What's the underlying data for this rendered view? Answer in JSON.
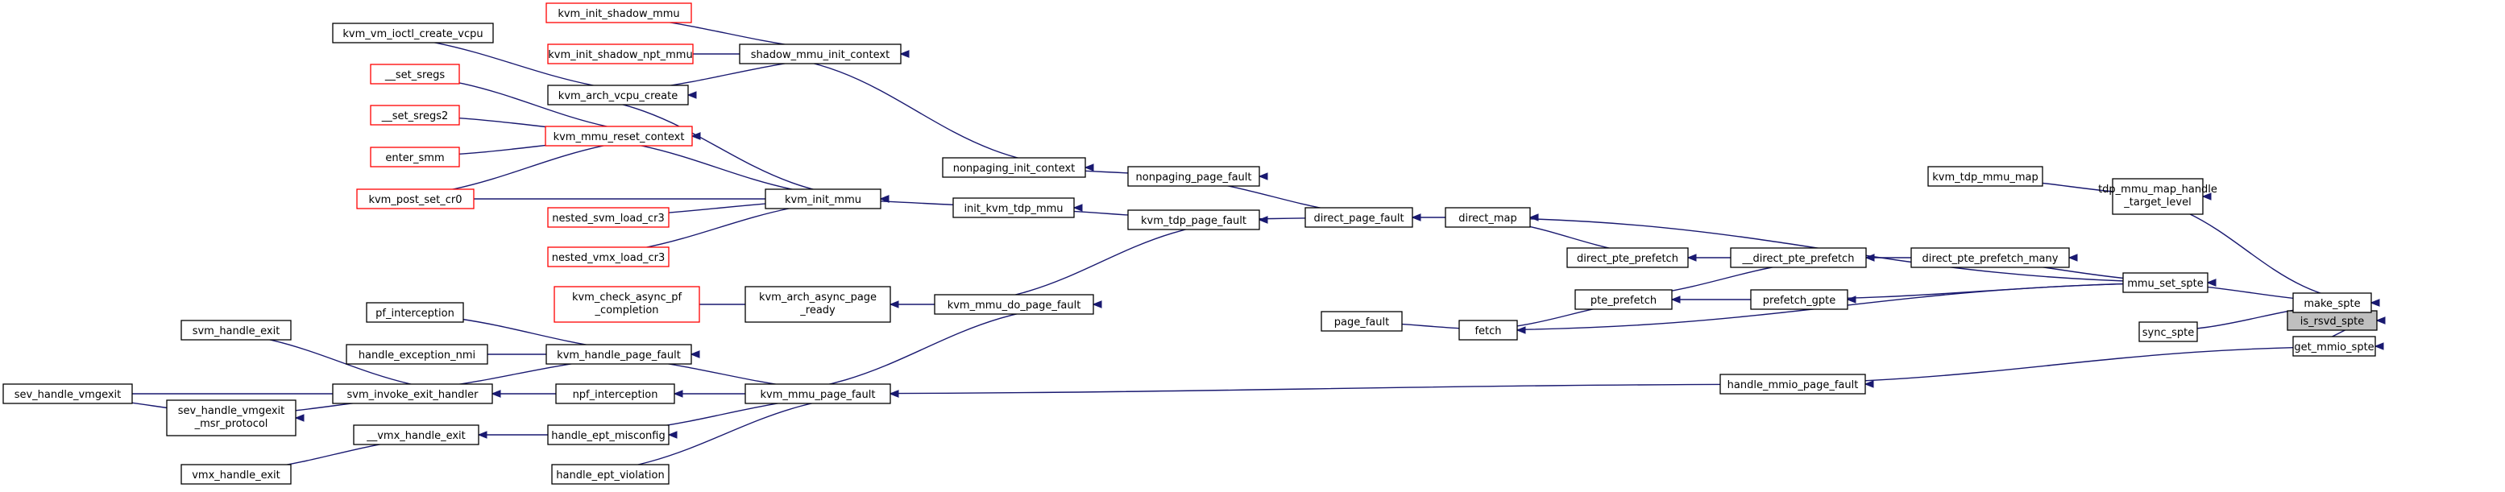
{
  "colors": {
    "edge": "#191970",
    "node_border": "#000000",
    "truncated_border": "#ff0000",
    "focus_fill": "#bfbfbf",
    "node_fill": "#ffffff"
  },
  "nodes": {
    "is_rsvd_spte": "is_rsvd_spte",
    "make_spte": "make_spte",
    "get_mmio_spte": "get_mmio_spte",
    "tdp_mmu_map_handle_target_level": [
      "tdp_mmu_map_handle",
      "_target_level"
    ],
    "mmu_set_spte": "mmu_set_spte",
    "sync_spte": "sync_spte",
    "kvm_tdp_mmu_map": "kvm_tdp_mmu_map",
    "direct_map": "direct_map",
    "direct_pte_prefetch_many": "direct_pte_prefetch_many",
    "fetch": "fetch",
    "prefetch_gpte": "prefetch_gpte",
    "direct_page_fault": "direct_page_fault",
    "kvm_tdp_page_fault": "kvm_tdp_page_fault",
    "nonpaging_page_fault": "nonpaging_page_fault",
    "kvm_mmu_do_page_fault": "kvm_mmu_do_page_fault",
    "kvm_arch_async_page_ready": [
      "kvm_arch_async_page",
      "_ready"
    ],
    "kvm_check_async_pf_completion": [
      "kvm_check_async_pf",
      "_completion"
    ],
    "kvm_mmu_page_fault": "kvm_mmu_page_fault",
    "handle_ept_misconfig": "handle_ept_misconfig",
    "vmx_handle_exit_": "__vmx_handle_exit",
    "vmx_handle_exit": "vmx_handle_exit",
    "handle_ept_violation": "handle_ept_violation",
    "kvm_handle_page_fault": "kvm_handle_page_fault",
    "svm_invoke_exit_handler": "svm_invoke_exit_handler",
    "sev_handle_vmgexit": "sev_handle_vmgexit",
    "sev_handle_vmgexit_msr_protocol": [
      "sev_handle_vmgexit",
      "_msr_protocol"
    ],
    "svm_handle_exit": "svm_handle_exit",
    "handle_exception_nmi": "handle_exception_nmi",
    "pf_interception": "pf_interception",
    "npf_interception": "npf_interception",
    "init_kvm_tdp_mmu": "init_kvm_tdp_mmu",
    "kvm_init_mmu": "kvm_init_mmu",
    "kvm_arch_vcpu_create": "kvm_arch_vcpu_create",
    "kvm_vm_ioctl_create_vcpu": "kvm_vm_ioctl_create_vcpu",
    "kvm_mmu_reset_context": "kvm_mmu_reset_context",
    "set_sregs": "__set_sregs",
    "set_sregs2": "__set_sregs2",
    "enter_smm": "enter_smm",
    "kvm_post_set_cr0": "kvm_post_set_cr0",
    "nested_svm_load_cr3": "nested_svm_load_cr3",
    "nested_vmx_load_cr3": "nested_vmx_load_cr3",
    "nonpaging_init_context": "nonpaging_init_context",
    "shadow_mmu_init_context": "shadow_mmu_init_context",
    "kvm_init_shadow_mmu": "kvm_init_shadow_mmu",
    "kvm_init_shadow_npt_mmu": "kvm_init_shadow_npt_mmu",
    "handle_mmio_page_fault": "handle_mmio_page_fault",
    "page_fault": "page_fault",
    "pte_prefetch": "pte_prefetch",
    "direct_pte_prefetch_": "__direct_pte_prefetch",
    "direct_pte_prefetch": "direct_pte_prefetch"
  },
  "edges": [
    [
      "make_spte",
      "is_rsvd_spte"
    ],
    [
      "get_mmio_spte",
      "is_rsvd_spte"
    ],
    [
      "tdp_mmu_map_handle_target_level",
      "make_spte"
    ],
    [
      "mmu_set_spte",
      "make_spte"
    ],
    [
      "sync_spte",
      "make_spte"
    ],
    [
      "kvm_tdp_mmu_map",
      "tdp_mmu_map_handle_target_level"
    ],
    [
      "direct_map",
      "mmu_set_spte"
    ],
    [
      "direct_pte_prefetch_many",
      "mmu_set_spte"
    ],
    [
      "fetch",
      "mmu_set_spte"
    ],
    [
      "prefetch_gpte",
      "mmu_set_spte"
    ],
    [
      "direct_page_fault",
      "direct_map"
    ],
    [
      "kvm_tdp_page_fault",
      "direct_page_fault"
    ],
    [
      "nonpaging_page_fault",
      "direct_page_fault"
    ],
    [
      "kvm_mmu_do_page_fault",
      "kvm_tdp_page_fault"
    ],
    [
      "init_kvm_tdp_mmu",
      "kvm_tdp_page_fault"
    ],
    [
      "nonpaging_init_context",
      "nonpaging_page_fault"
    ],
    [
      "kvm_arch_async_page_ready",
      "kvm_mmu_do_page_fault"
    ],
    [
      "kvm_mmu_page_fault",
      "kvm_mmu_do_page_fault"
    ],
    [
      "kvm_check_async_pf_completion",
      "kvm_arch_async_page_ready"
    ],
    [
      "handle_ept_misconfig",
      "kvm_mmu_page_fault"
    ],
    [
      "handle_ept_violation",
      "kvm_mmu_page_fault"
    ],
    [
      "kvm_handle_page_fault",
      "kvm_mmu_page_fault"
    ],
    [
      "npf_interception",
      "kvm_mmu_page_fault"
    ],
    [
      "vmx_handle_exit_",
      "handle_ept_misconfig"
    ],
    [
      "vmx_handle_exit",
      "vmx_handle_exit_"
    ],
    [
      "pf_interception",
      "kvm_handle_page_fault"
    ],
    [
      "handle_exception_nmi",
      "kvm_handle_page_fault"
    ],
    [
      "svm_invoke_exit_handler",
      "kvm_handle_page_fault"
    ],
    [
      "svm_invoke_exit_handler",
      "npf_interception"
    ],
    [
      "svm_handle_exit",
      "svm_invoke_exit_handler"
    ],
    [
      "sev_handle_vmgexit",
      "svm_invoke_exit_handler"
    ],
    [
      "sev_handle_vmgexit_msr_protocol",
      "svm_invoke_exit_handler"
    ],
    [
      "sev_handle_vmgexit",
      "sev_handle_vmgexit_msr_protocol"
    ],
    [
      "kvm_init_mmu",
      "init_kvm_tdp_mmu"
    ],
    [
      "kvm_arch_vcpu_create",
      "kvm_init_mmu"
    ],
    [
      "kvm_mmu_reset_context",
      "kvm_init_mmu"
    ],
    [
      "kvm_post_set_cr0",
      "kvm_init_mmu"
    ],
    [
      "nested_svm_load_cr3",
      "kvm_init_mmu"
    ],
    [
      "nested_vmx_load_cr3",
      "kvm_init_mmu"
    ],
    [
      "kvm_vm_ioctl_create_vcpu",
      "kvm_arch_vcpu_create"
    ],
    [
      "set_sregs",
      "kvm_mmu_reset_context"
    ],
    [
      "set_sregs2",
      "kvm_mmu_reset_context"
    ],
    [
      "enter_smm",
      "kvm_mmu_reset_context"
    ],
    [
      "kvm_post_set_cr0",
      "kvm_mmu_reset_context"
    ],
    [
      "shadow_mmu_init_context",
      "nonpaging_init_context"
    ],
    [
      "kvm_init_shadow_mmu",
      "shadow_mmu_init_context"
    ],
    [
      "kvm_init_shadow_npt_mmu",
      "shadow_mmu_init_context"
    ],
    [
      "kvm_arch_vcpu_create",
      "shadow_mmu_init_context"
    ],
    [
      "kvm_mmu_page_fault",
      "handle_mmio_page_fault"
    ],
    [
      "handle_mmio_page_fault",
      "get_mmio_spte"
    ],
    [
      "page_fault",
      "fetch"
    ],
    [
      "fetch",
      "pte_prefetch"
    ],
    [
      "pte_prefetch",
      "prefetch_gpte"
    ],
    [
      "pte_prefetch",
      "direct_pte_prefetch_"
    ],
    [
      "direct_pte_prefetch",
      "direct_pte_prefetch_"
    ],
    [
      "direct_map",
      "direct_pte_prefetch"
    ],
    [
      "direct_pte_prefetch_",
      "direct_pte_prefetch_many"
    ]
  ]
}
